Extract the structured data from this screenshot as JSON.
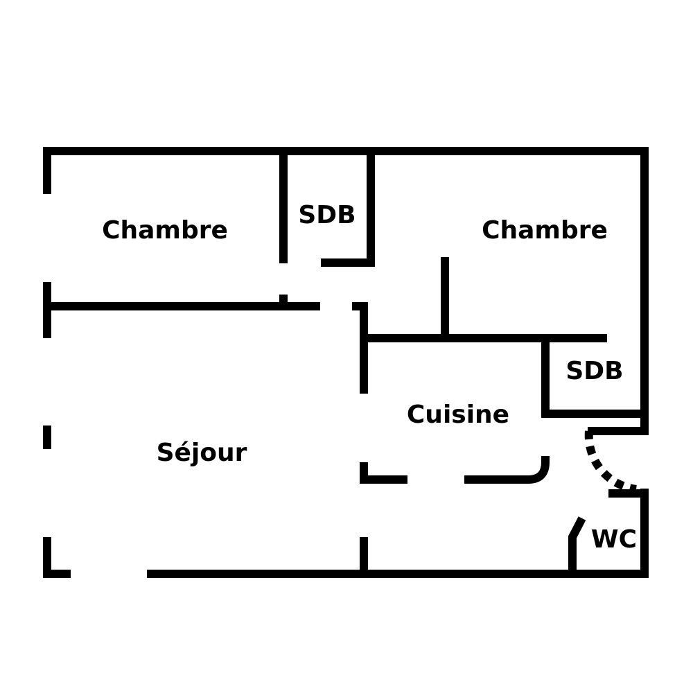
{
  "plan": {
    "wall_color": "#000000",
    "background": "#ffffff",
    "rooms": {
      "chambre_1": "Chambre",
      "sdb_1": "SDB",
      "chambre_2": "Chambre",
      "sdb_2": "SDB",
      "cuisine": "Cuisine",
      "sejour": "Séjour",
      "wc": "WC"
    }
  }
}
